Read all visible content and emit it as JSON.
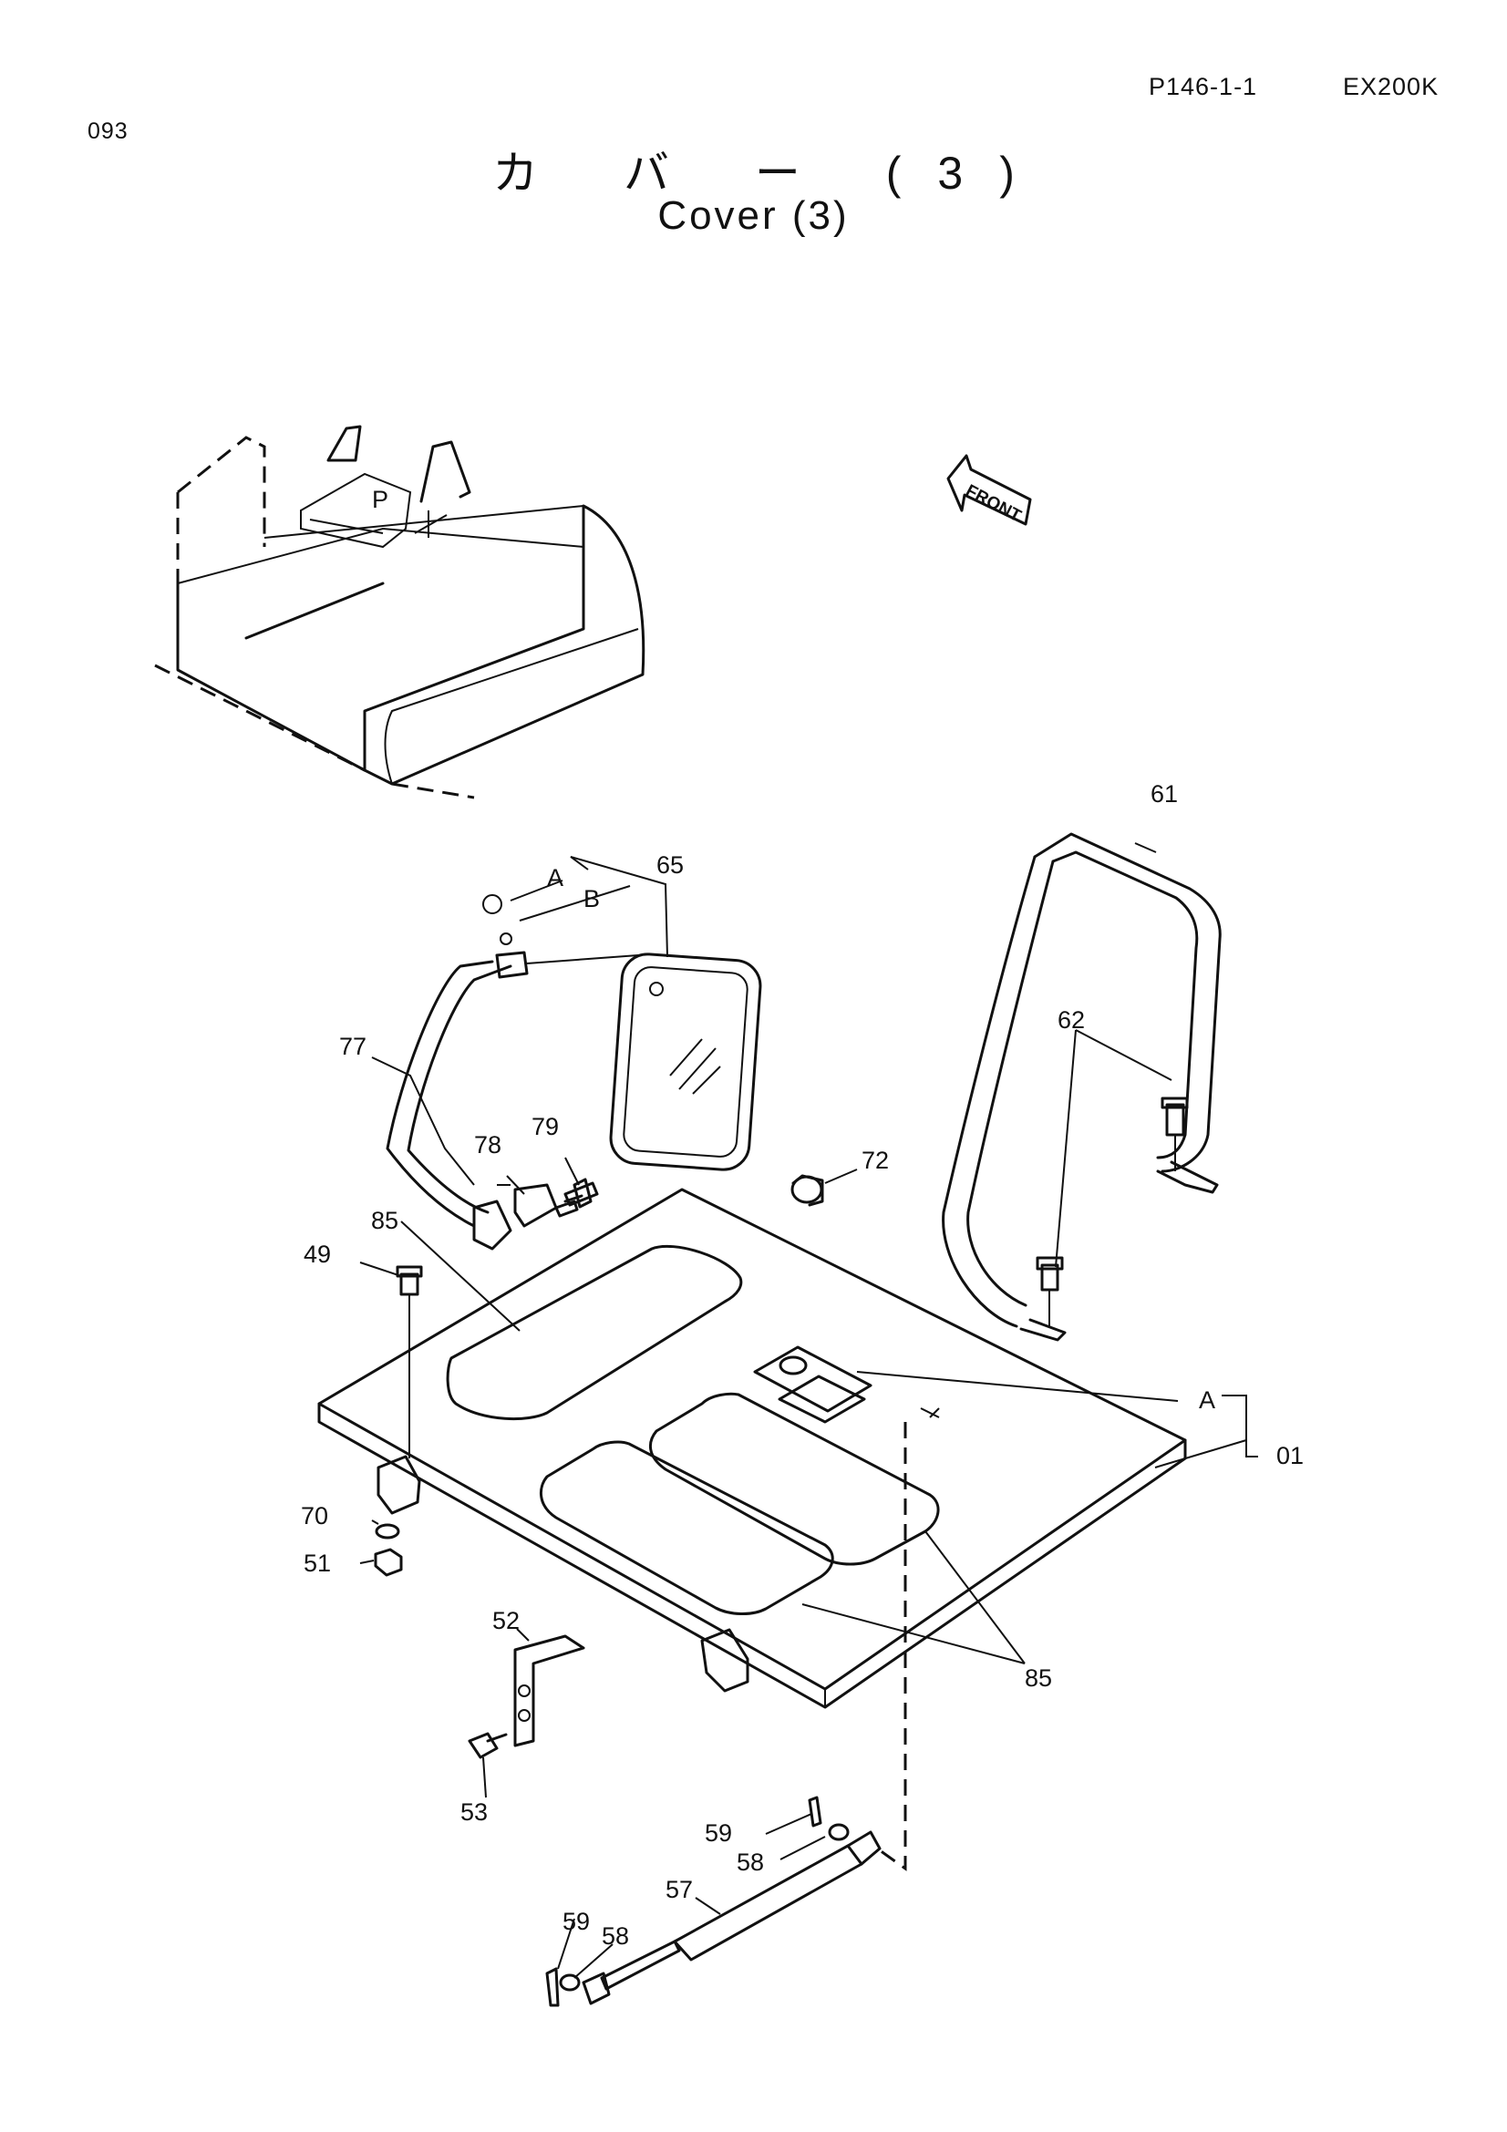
{
  "header": {
    "page_number": "093",
    "reference": "P146-1-1",
    "model": "EX200K"
  },
  "title": {
    "japanese": "カ バ ー (3)",
    "english": "Cover (3)"
  },
  "front_marker": "FRONT",
  "callouts": {
    "c01": "01",
    "c49": "49",
    "c51": "51",
    "c52": "52",
    "c53": "53",
    "c57": "57",
    "c58a": "58",
    "c58b": "58",
    "c59a": "59",
    "c59b": "59",
    "c61": "61",
    "c62": "62",
    "c65": "65",
    "c70": "70",
    "c72": "72",
    "c77": "77",
    "c78": "78",
    "c79": "79",
    "c85a": "85",
    "c85b": "85",
    "cA1": "A",
    "cA2": "A",
    "cB": "B"
  }
}
